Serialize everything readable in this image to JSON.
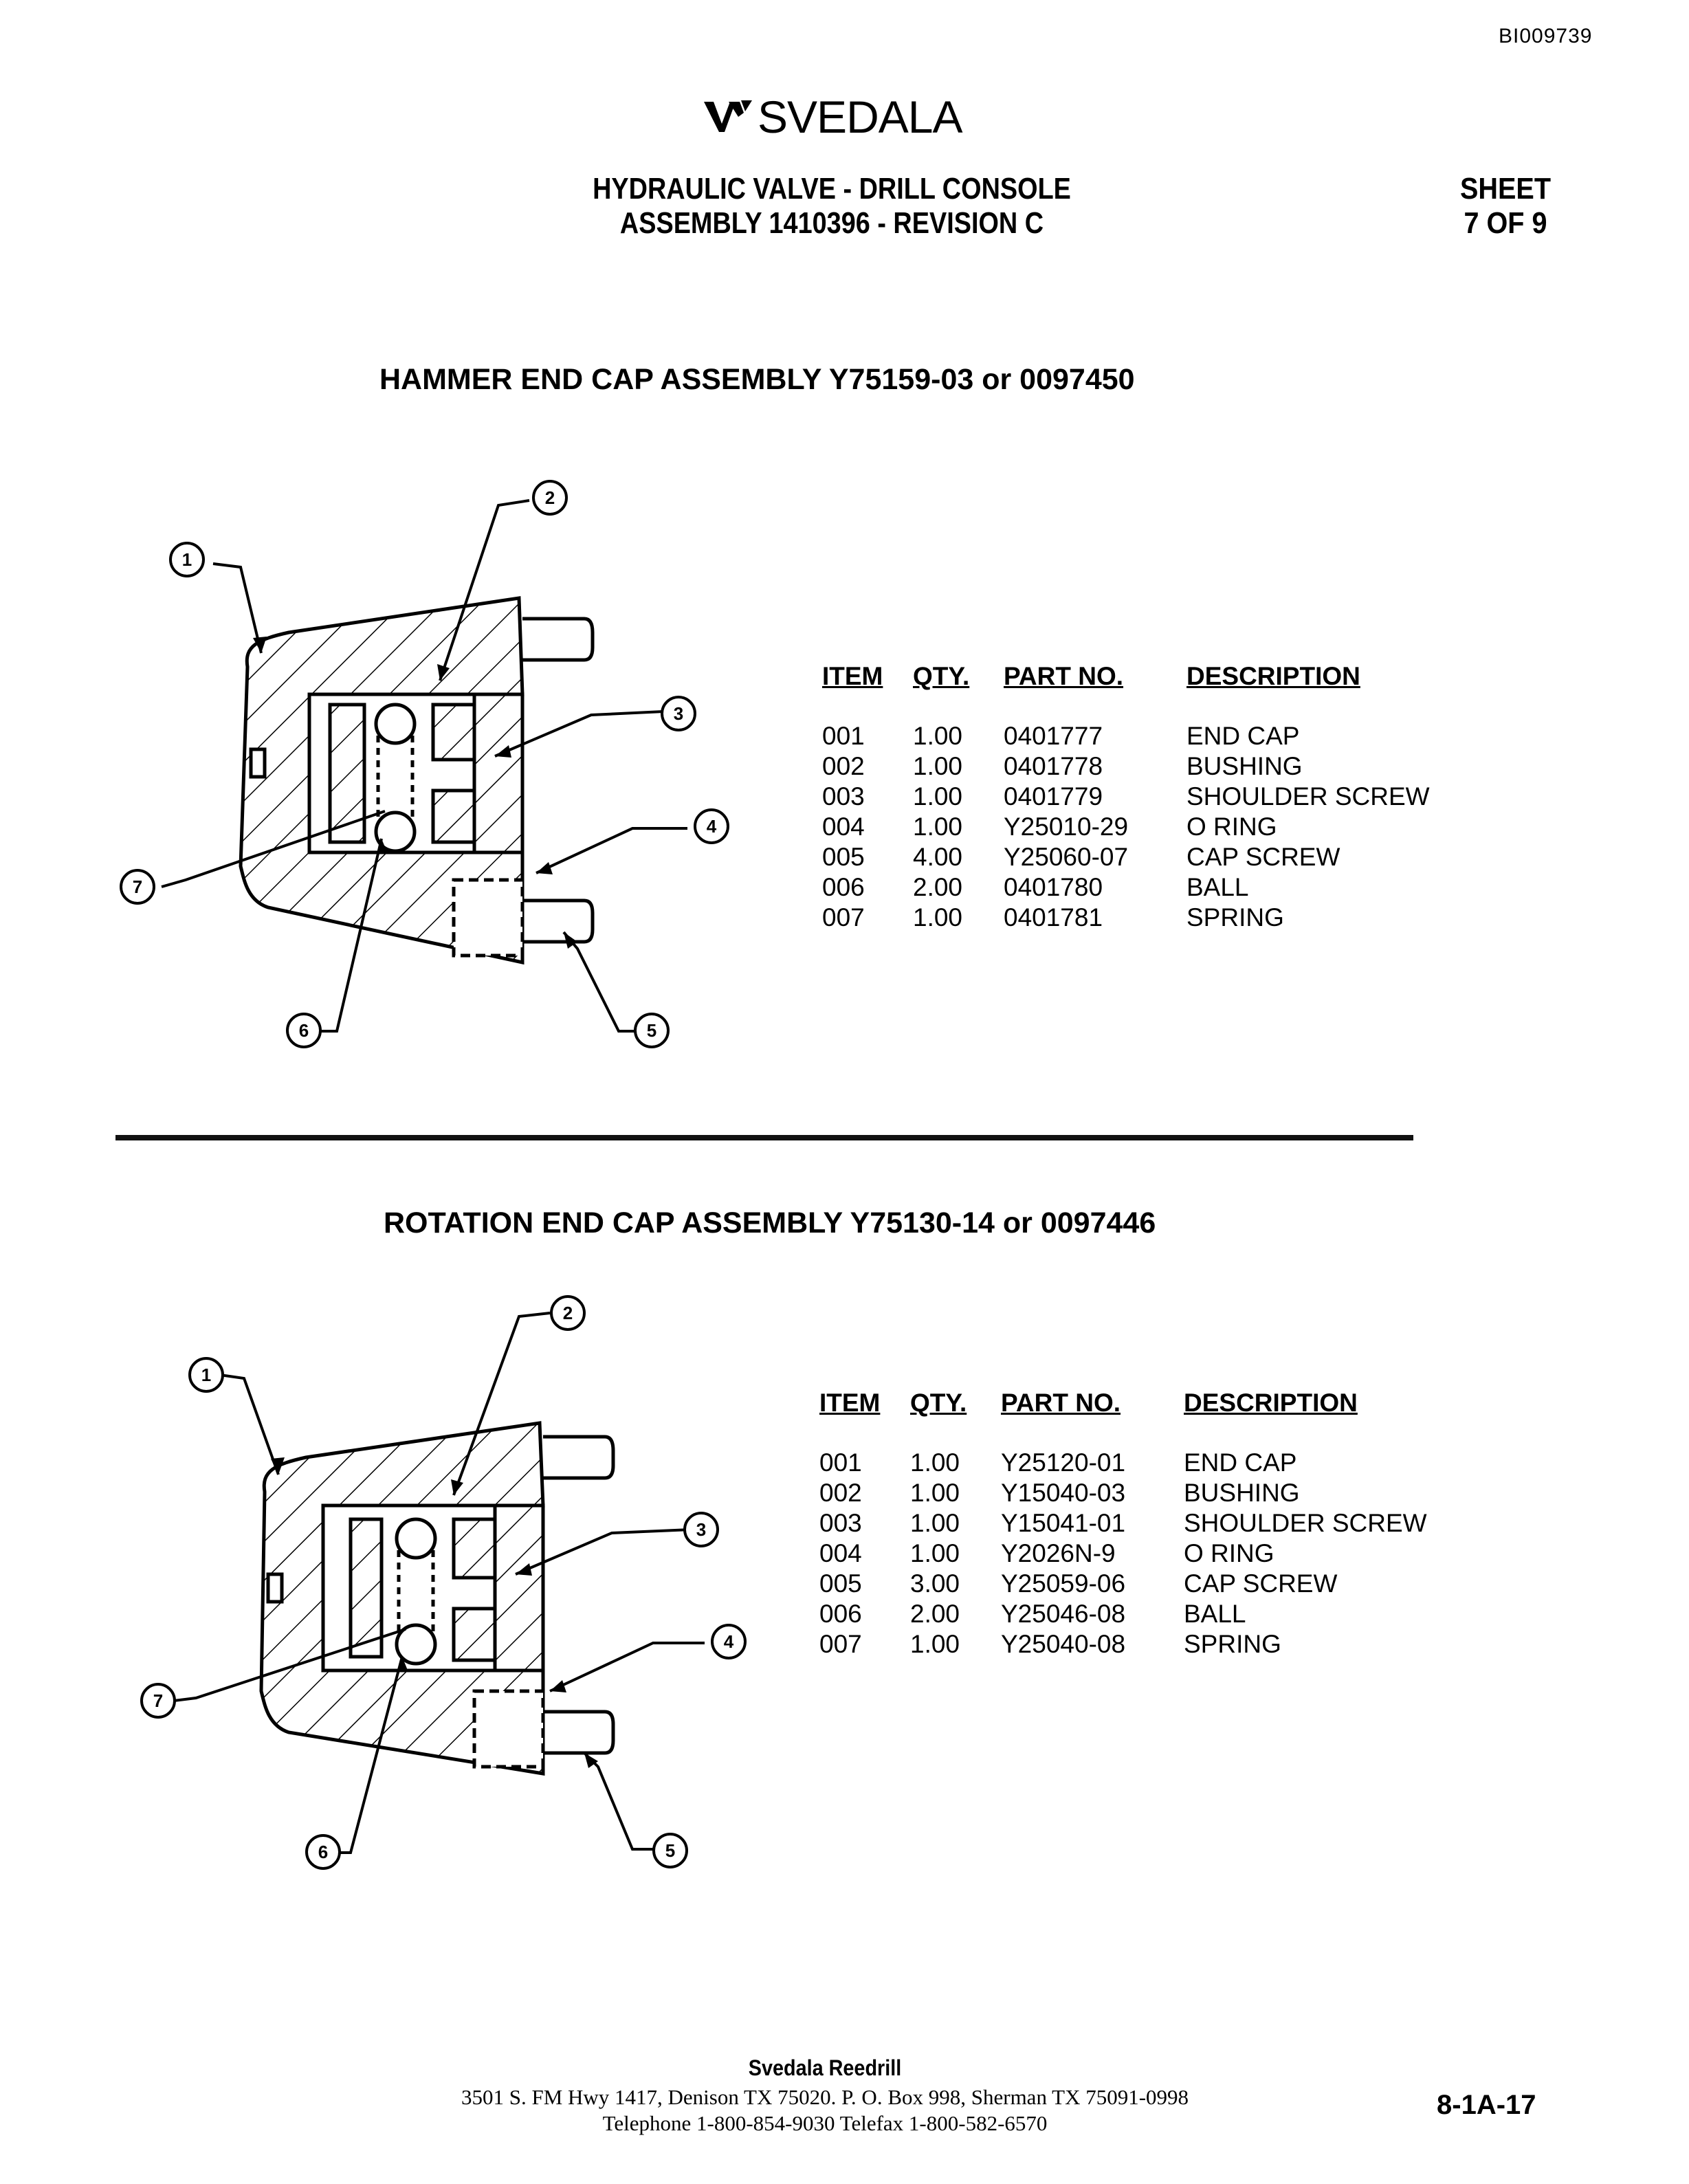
{
  "doc_id": "BI009739",
  "logo": {
    "text": "SVEDALA",
    "icon": "svedala-logo-icon"
  },
  "title": {
    "line1": "HYDRAULIC VALVE - DRILL CONSOLE",
    "line2": "ASSEMBLY 1410396 - REVISION C"
  },
  "sheet": {
    "line1": "SHEET",
    "line2": "7 OF 9"
  },
  "headers": {
    "item": "ITEM",
    "qty": "QTY.",
    "part": "PART NO.",
    "desc": "DESCRIPTION"
  },
  "hammer": {
    "title": "HAMMER END CAP ASSEMBLY  Y75159-03 or 0097450",
    "callouts": [
      "1",
      "2",
      "3",
      "4",
      "5",
      "6",
      "7"
    ],
    "rows": [
      {
        "item": "001",
        "qty": "1.00",
        "part": "0401777",
        "desc": "END CAP"
      },
      {
        "item": "002",
        "qty": "1.00",
        "part": "0401778",
        "desc": "BUSHING"
      },
      {
        "item": "003",
        "qty": "1.00",
        "part": "0401779",
        "desc": "SHOULDER SCREW"
      },
      {
        "item": "004",
        "qty": "1.00",
        "part": "Y25010-29",
        "desc": "O RING"
      },
      {
        "item": "005",
        "qty": "4.00",
        "part": "Y25060-07",
        "desc": "CAP SCREW"
      },
      {
        "item": "006",
        "qty": "2.00",
        "part": "0401780",
        "desc": "BALL"
      },
      {
        "item": "007",
        "qty": "1.00",
        "part": "0401781",
        "desc": "SPRING"
      }
    ]
  },
  "rotation": {
    "title": "ROTATION END CAP ASSEMBLY  Y75130-14 or 0097446",
    "callouts": [
      "1",
      "2",
      "3",
      "4",
      "5",
      "6",
      "7"
    ],
    "rows": [
      {
        "item": "001",
        "qty": "1.00",
        "part": "Y25120-01",
        "desc": "END CAP"
      },
      {
        "item": "002",
        "qty": "1.00",
        "part": "Y15040-03",
        "desc": "BUSHING"
      },
      {
        "item": "003",
        "qty": "1.00",
        "part": "Y15041-01",
        "desc": "SHOULDER SCREW"
      },
      {
        "item": "004",
        "qty": "1.00",
        "part": "Y2026N-9",
        "desc": "O RING"
      },
      {
        "item": "005",
        "qty": "3.00",
        "part": "Y25059-06",
        "desc": "CAP SCREW"
      },
      {
        "item": "006",
        "qty": "2.00",
        "part": "Y25046-08",
        "desc": "BALL"
      },
      {
        "item": "007",
        "qty": "1.00",
        "part": "Y25040-08",
        "desc": "SPRING"
      }
    ]
  },
  "footer": {
    "company": "Svedala Reedrill",
    "address": "3501 S. FM Hwy 1417, Denison TX  75020.   P. O. Box 998, Sherman TX  75091-0998",
    "phone": "Telephone 1-800-854-9030 Telefax 1-800-582-6570",
    "page": "8-1A-17"
  }
}
